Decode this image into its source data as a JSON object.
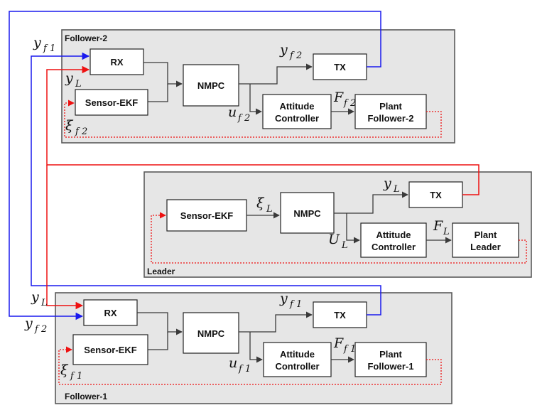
{
  "panels": {
    "follower2": {
      "title": "Follower-2",
      "rx": "RX",
      "sensor": "Sensor-EKF",
      "nmpc": "NMPC",
      "tx": "TX",
      "attitude": [
        "Attitude",
        "Controller"
      ],
      "plant": [
        "Plant",
        "Follower-2"
      ]
    },
    "leader": {
      "title": "Leader",
      "sensor": "Sensor-EKF",
      "nmpc": "NMPC",
      "tx": "TX",
      "attitude": [
        "Attitude",
        "Controller"
      ],
      "plant": [
        "Plant",
        "Leader"
      ]
    },
    "follower1": {
      "title": "Follower-1",
      "rx": "RX",
      "sensor": "Sensor-EKF",
      "nmpc": "NMPC",
      "tx": "TX",
      "attitude": [
        "Attitude",
        "Controller"
      ],
      "plant": [
        "Plant",
        "Follower-1"
      ]
    }
  },
  "signals": {
    "yf1_top": [
      "y",
      "f 1"
    ],
    "yL_f2": [
      "y",
      "L"
    ],
    "xi_f2": [
      "ξ",
      "f 2"
    ],
    "yf2_out": [
      "y",
      "f 2"
    ],
    "uf2": [
      "u",
      "f 2"
    ],
    "Ff2": [
      "F",
      "f 2"
    ],
    "xi_L": [
      "ξ",
      "L"
    ],
    "yL_out": [
      "y",
      "L"
    ],
    "UL": [
      "U",
      "L"
    ],
    "FL": [
      "F",
      "L"
    ],
    "yL_f1": [
      "y",
      "L"
    ],
    "yf2_bottom": [
      "y",
      "f 2"
    ],
    "xi_f1": [
      "ξ",
      "f 1"
    ],
    "yf1_out": [
      "y",
      "f 1"
    ],
    "uf1": [
      "u",
      "f 1"
    ],
    "Ff1": [
      "F",
      "f 1"
    ]
  },
  "colors": {
    "panel_fill": "#e6e6e6",
    "blue_link": "#1a1aee",
    "red_link": "#ee1111",
    "wire": "#3a3a3a"
  }
}
